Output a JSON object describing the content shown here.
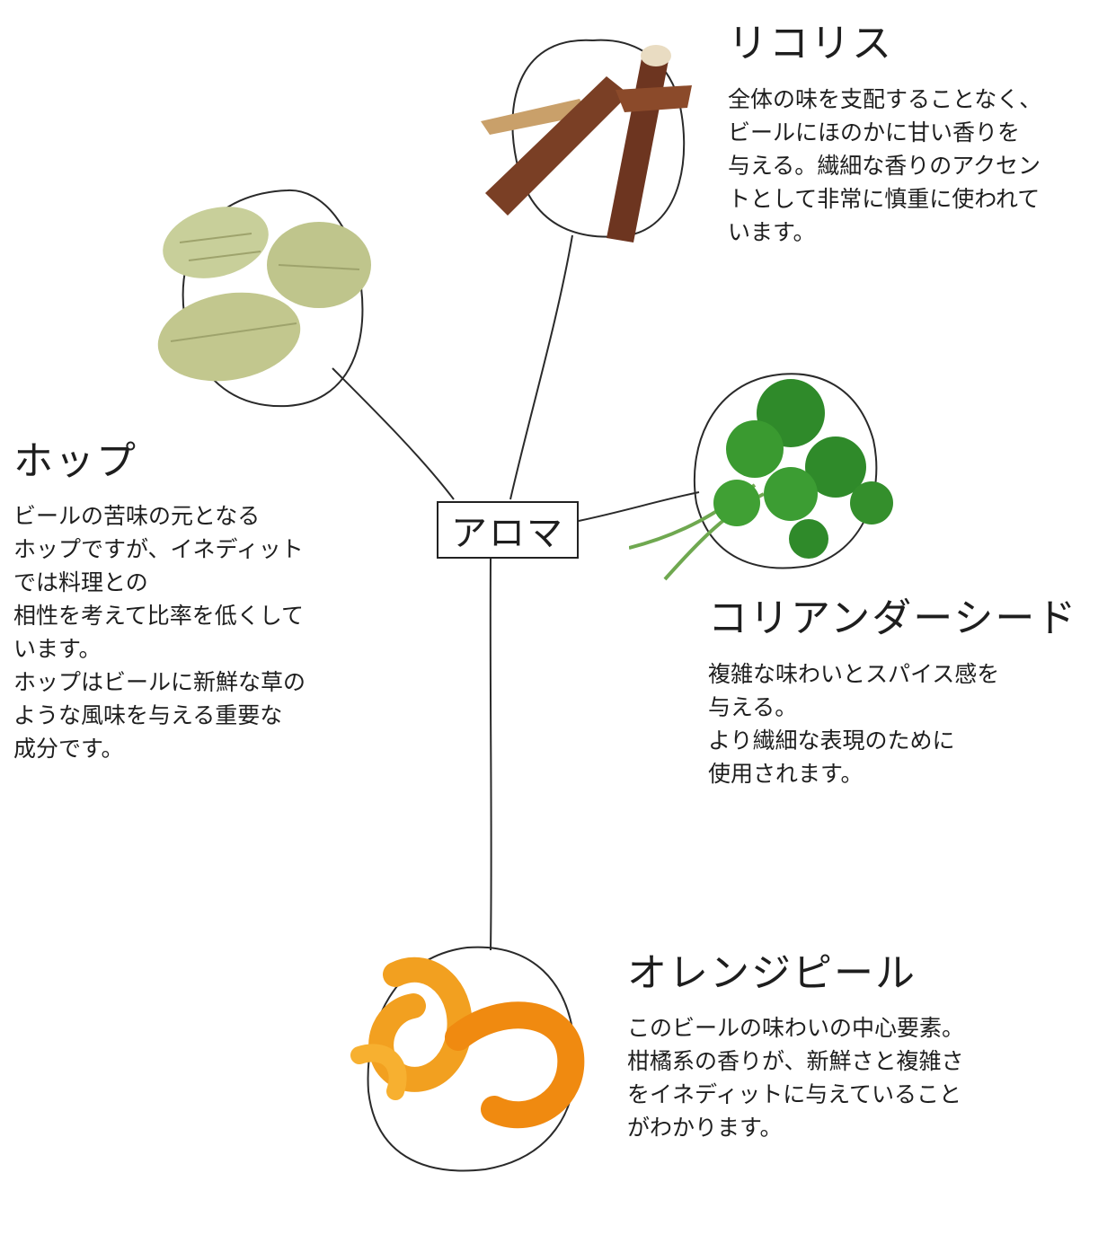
{
  "center": {
    "label": "アロマ"
  },
  "licorice": {
    "title": "リコリス",
    "lines": [
      "全体の味を支配することなく、",
      "ビールにほのかに甘い香りを",
      "与える。繊細な香りのアクセン",
      "トとして非常に慎重に使われて",
      "います。"
    ]
  },
  "hop": {
    "title": "ホップ",
    "lines": [
      "ビールの苦味の元となる",
      "ホップですが、イネディット",
      "では料理との",
      "相性を考えて比率を低くして",
      "います。",
      "ホップはビールに新鮮な草の",
      "ような風味を与える重要な",
      "成分です。"
    ]
  },
  "coriander": {
    "title": "コリアンダーシード",
    "lines": [
      "複雑な味わいとスパイス感を",
      "与える。",
      "より繊細な表現のために",
      "使用されます。"
    ]
  },
  "orange": {
    "title": "オレンジピール",
    "lines": [
      "このビールの味わいの中心要素。",
      "柑橘系の香りが、新鮮さと複雑さ",
      "をイネディットに与えていること",
      "がわかります。"
    ]
  },
  "colors": {
    "line": "#2a2a2a",
    "licorice_bark": "#7a3f25",
    "hop_green": "#c8cf9a",
    "coriander_green": "#2f8a2a",
    "orange_peel": "#f2a020"
  }
}
